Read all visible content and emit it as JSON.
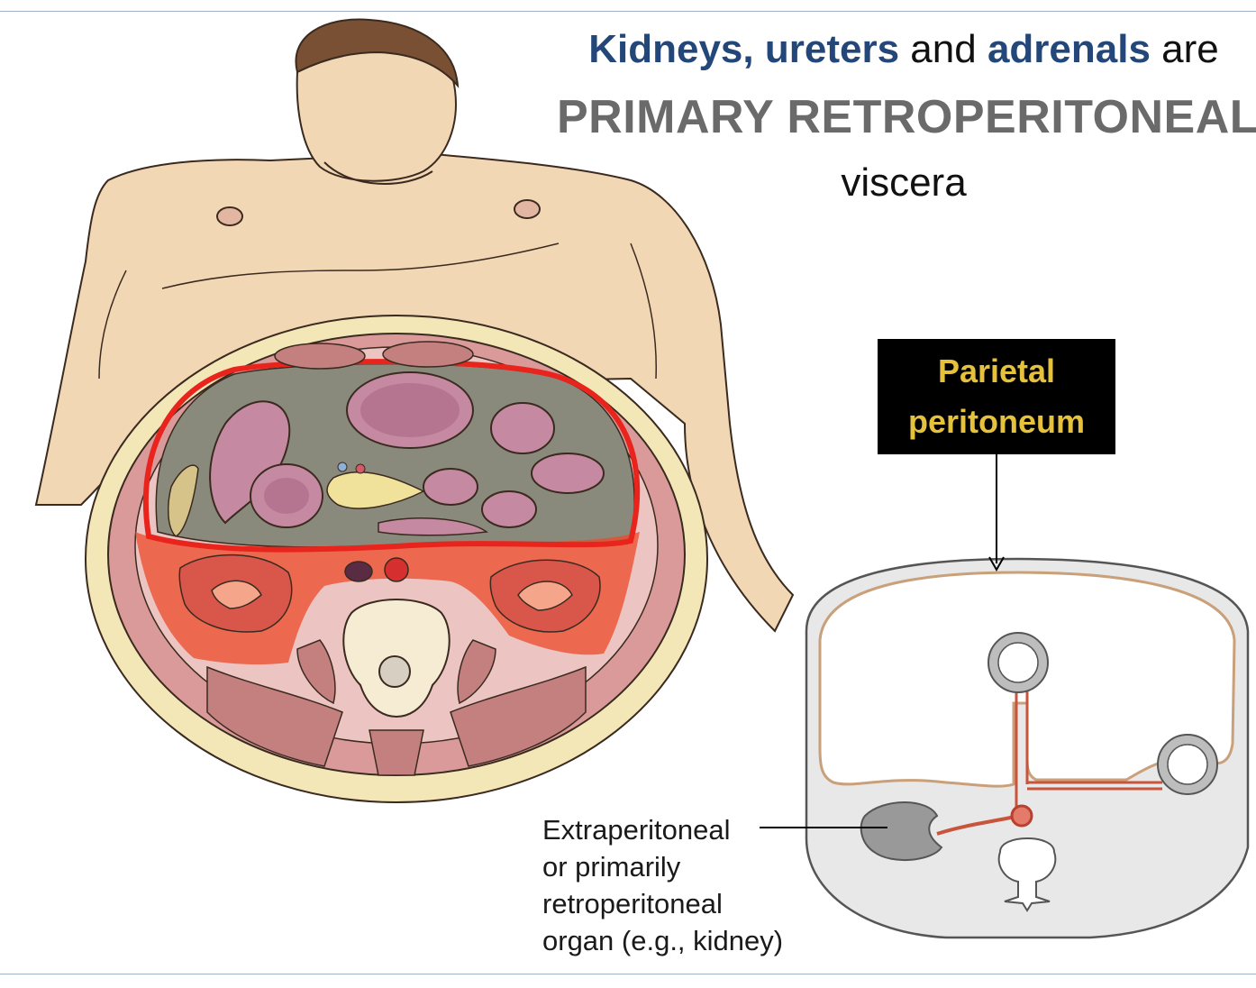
{
  "title": {
    "line1": {
      "kidneys": "Kidneys",
      "comma": ",",
      "ureters": "ureters",
      "and": "and",
      "adrenals": "adrenals",
      "are": "are"
    },
    "line2": "PRIMARY RETROPERITONEAL",
    "line3": "viscera"
  },
  "labels": {
    "parietal_line1": "Parietal",
    "parietal_line2": "peritoneum",
    "extra_lines": [
      "Extraperitoneal",
      "or primarily",
      "retroperitoneal",
      "organ (e.g., kidney)"
    ]
  },
  "colors": {
    "keyword_blue": "#24477a",
    "heading_gray": "#6a6a6a",
    "label_gold": "#e6c23c",
    "highlight_red": "#e8341c",
    "peritoneum_tan": "#c9a07a"
  }
}
